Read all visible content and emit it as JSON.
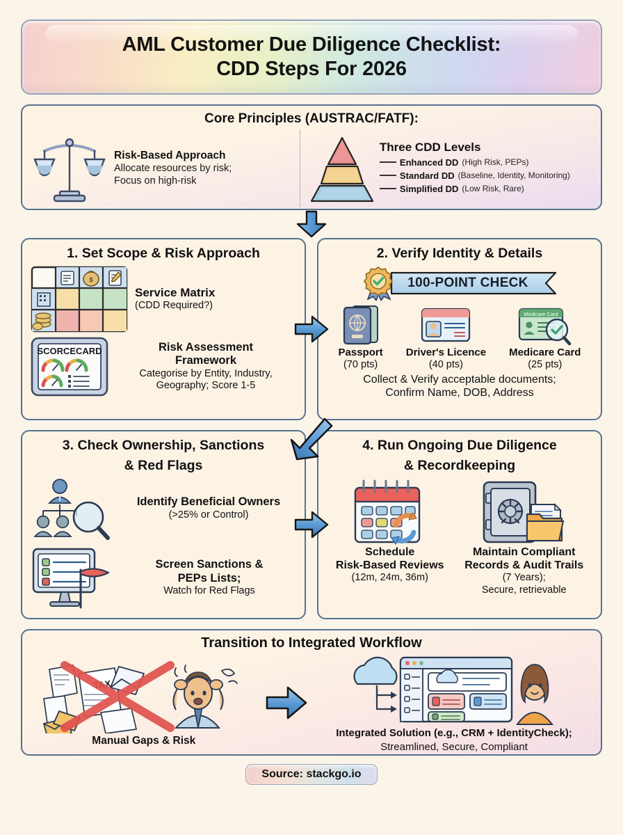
{
  "title": {
    "line1": "AML Customer Due Diligence Checklist:",
    "line2": "CDD Steps For 2026"
  },
  "core": {
    "heading": "Core Principles (AUSTRAC/FATF):",
    "left": {
      "icon": "balance-scale-icon",
      "title": "Risk-Based Approach",
      "body_line1": "Allocate resources by risk;",
      "body_line2": "Focus on high-risk"
    },
    "right": {
      "icon": "pyramid-icon",
      "heading": "Three CDD Levels",
      "levels": [
        {
          "name": "Enhanced DD",
          "detail": "(High Risk, PEPs)",
          "color": "#e8918f"
        },
        {
          "name": "Standard DD",
          "detail": "(Baseline, Identity, Monitoring)",
          "color": "#f2ce86"
        },
        {
          "name": "Simplified DD",
          "detail": "(Low Risk, Rare)",
          "color": "#a5cde2"
        }
      ]
    }
  },
  "steps": [
    {
      "number": "1.",
      "title": "1. Set Scope & Risk Approach",
      "items": [
        {
          "icon": "service-matrix-icon",
          "title": "Service Matrix",
          "sub": "(CDD Required?)"
        },
        {
          "icon": "scorecard-icon",
          "icon_label": "SCORCECARD",
          "title_line1": "Risk Assessment",
          "title_line2": "Framework",
          "sub_line1": "Categorise by Entity, Industry,",
          "sub_line2": "Geography; Score 1-5"
        }
      ]
    },
    {
      "number": "2.",
      "title": "2. Verify Identity & Details",
      "banner": {
        "icon": "award-check-icon",
        "label": "100-POINT CHECK"
      },
      "documents": [
        {
          "icon": "passport-icon",
          "name": "Passport",
          "points": "(70 pts)"
        },
        {
          "icon": "drivers-licence-icon",
          "name": "Driver's Licence",
          "points": "(40 pts)"
        },
        {
          "icon": "medicare-card-icon",
          "name": "Medicare Card",
          "points": "(25 pts)",
          "card_label": "Medicare Card"
        }
      ],
      "footer_line1": "Collect & Verify acceptable documents;",
      "footer_line2": "Confirm Name, DOB, Address"
    },
    {
      "number": "3.",
      "title_line1": "3. Check Ownership, Sanctions",
      "title_line2": "& Red Flags",
      "items": [
        {
          "icon": "org-chart-magnifier-icon",
          "title": "Identify Beneficial Owners",
          "sub": "(>25% or Control)"
        },
        {
          "icon": "monitor-red-flag-icon",
          "title_line1": "Screen Sanctions &",
          "title_line2": "PEPs Lists;",
          "sub": "Watch for Red Flags"
        }
      ]
    },
    {
      "number": "4.",
      "title_line1": "4. Run Ongoing Due Diligence",
      "title_line2": "& Recordkeeping",
      "items": [
        {
          "icon": "calendar-refresh-icon",
          "title_line1": "Schedule",
          "title_line2": "Risk-Based Reviews",
          "sub": "(12m, 24m, 36m)"
        },
        {
          "icon": "safe-folder-icon",
          "title_line1": "Maintain Compliant",
          "title_line2": "Records & Audit Trails",
          "sub_line1": "(7 Years);",
          "sub_line2": "Secure, retrievable"
        }
      ]
    }
  ],
  "transition": {
    "heading": "Transition to Integrated Workflow",
    "left": {
      "icon": "stressed-person-papers-crossed-icon",
      "caption": "Manual Gaps & Risk"
    },
    "arrow": "blue-right-arrow-icon",
    "right": {
      "icon": "cloud-dashboard-person-icon",
      "caption_line1": "Integrated Solution (e.g., CRM + IdentityCheck);",
      "caption_line2": "Streamlined, Secure, Compliant"
    }
  },
  "footer": {
    "source": "Source: stackgo.io"
  },
  "colors": {
    "background": "#fbf4e8",
    "panel_border": "#56718f",
    "panel_fill": "#fcf3e5",
    "arrow_blue": "#5b9bd5",
    "red_flag": "#e9625c",
    "text": "#111111"
  }
}
